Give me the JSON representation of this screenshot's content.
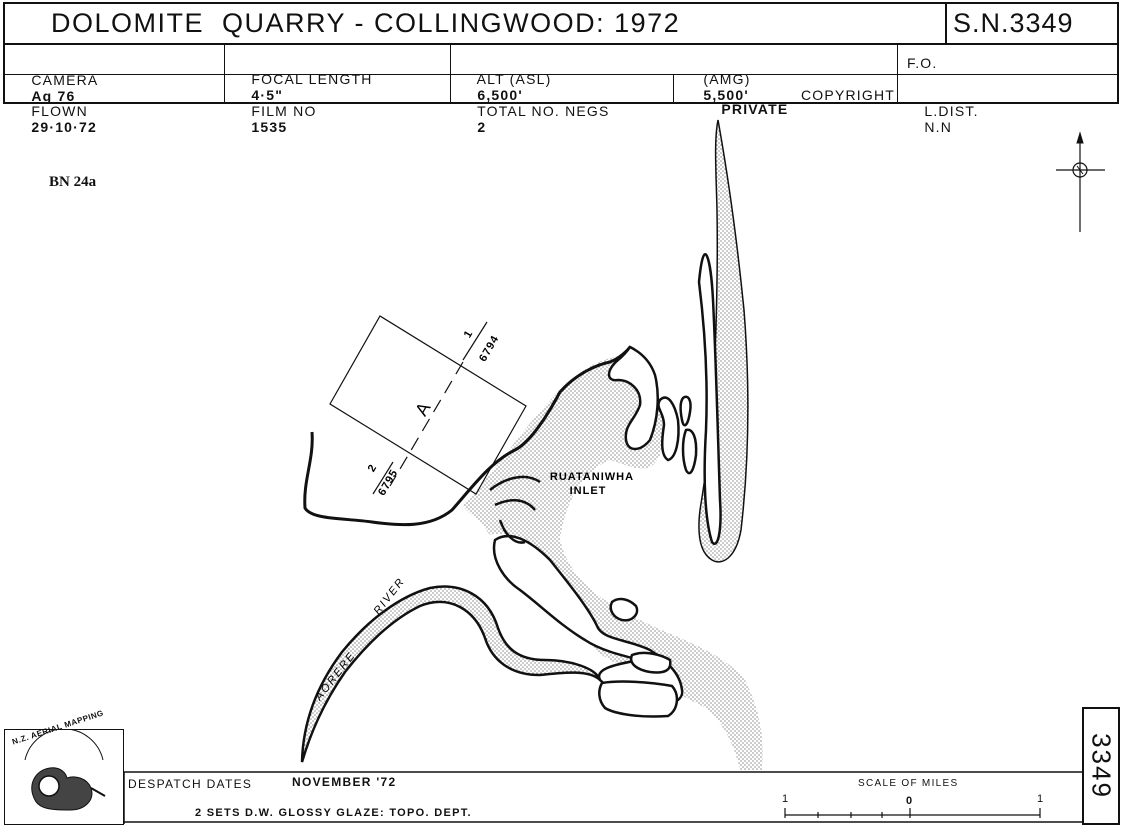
{
  "header": {
    "title": "DOLOMITE  QUARRY - COLLINGWOOD: 1972",
    "sheet_number": "S.N.3349",
    "camera_label": "CAMERA",
    "camera_value": "Ag 76",
    "focal_label": "FOCAL LENGTH",
    "focal_value": "4·5\"",
    "alt_label": "ALT (ASL)",
    "alt_value": "6,500'",
    "amg_label": "(AMG)",
    "amg_value": "5,500'",
    "fo_label": "F.O.",
    "flown_label": "FLOWN",
    "flown_value": "29·10·72",
    "film_label": "FILM NO",
    "film_value": "1535",
    "negs_label": "TOTAL NO. NEGS",
    "negs_value": "2",
    "private_label": "PRIVATE",
    "copyright_label": "COPYRIGHT",
    "ldist_label": "L.DIST.",
    "ldist_value": "N.N"
  },
  "map": {
    "reference_code": "BN 24a",
    "inlet_name_1": "RUATANIWHA",
    "inlet_name_2": "INLET",
    "river_name_1": "AORERE",
    "river_name_2": "RIVER",
    "run_label": "A",
    "photo_1_number": "1",
    "photo_1_film": "6794",
    "photo_2_number": "2",
    "photo_2_film": "6795",
    "water_colour": "#d2d2d2",
    "ink_colour": "#111111"
  },
  "footer": {
    "despatch_label": "DESPATCH DATES",
    "despatch_value": "NOVEMBER '72",
    "sets_text": "2 SETS D.W. GLOSSY GLAZE: TOPO. DEPT.",
    "scale_label": "SCALE OF MILES",
    "scale_left": "1",
    "scale_mid": "0",
    "scale_right": "1",
    "vertical_sheet_number": "3349",
    "logo_text": "N.Z. AERIAL MAPPING"
  }
}
